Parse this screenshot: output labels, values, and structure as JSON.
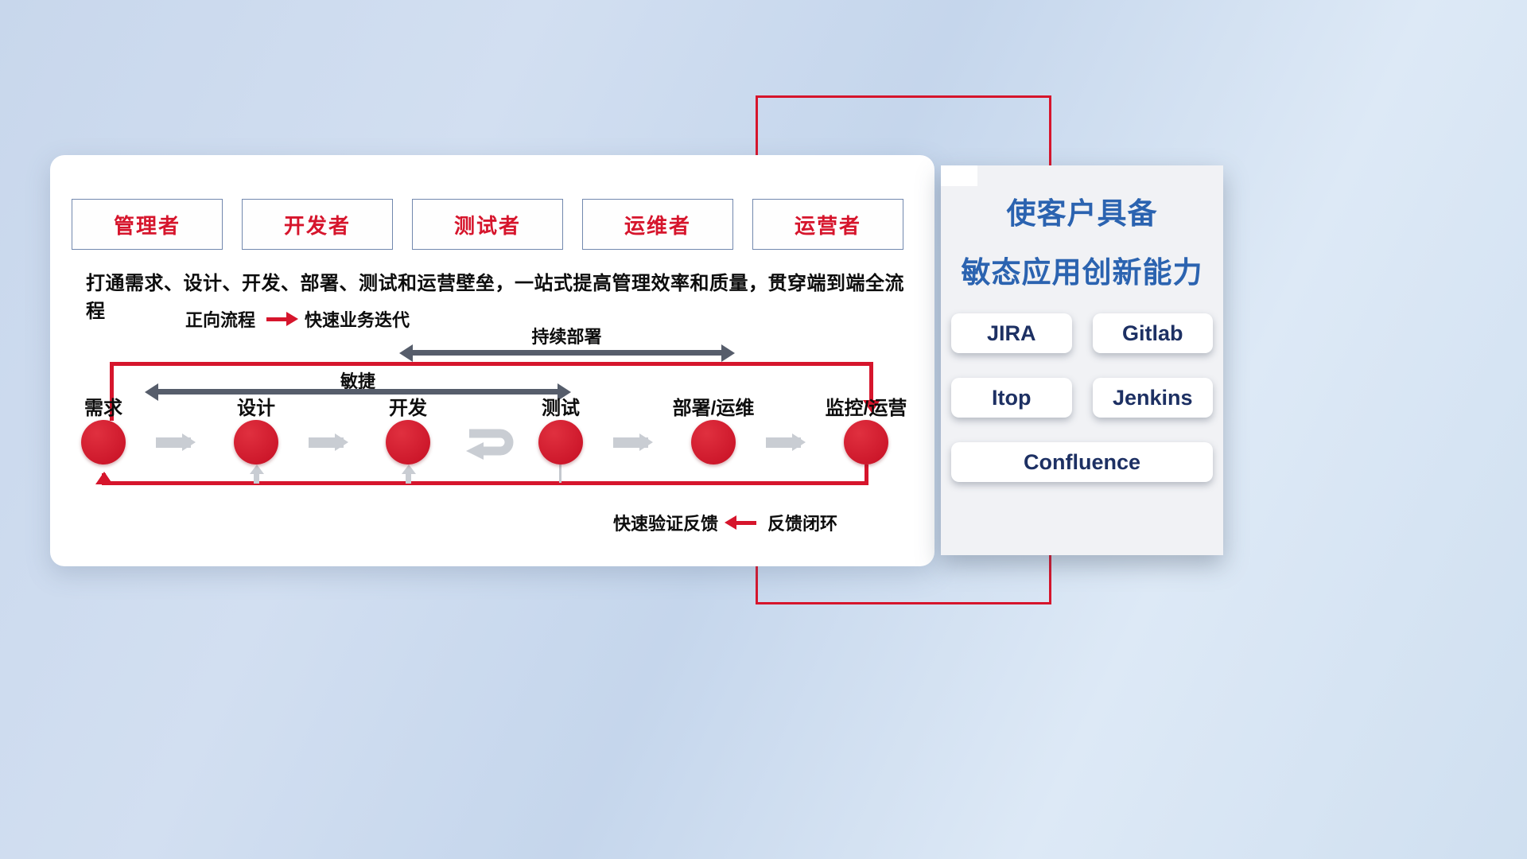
{
  "colors": {
    "accent_red": "#d6152c",
    "title_blue": "#2b63b0",
    "tool_text_navy": "#1d3063",
    "flow_gray": "#c9cdd3",
    "dark_arrow_gray": "#565d6b"
  },
  "card": {
    "roles": [
      "管理者",
      "开发者",
      "测试者",
      "运维者",
      "运营者"
    ],
    "description": "打通需求、设计、开发、部署、测试和运营壁垒，一站式提高管理效率和质量，贯穿端到端全流程",
    "forward_legend": {
      "label": "正向流程",
      "value": "快速业务迭代"
    },
    "continuous_deploy_label": "持续部署",
    "agile_label": "敏捷",
    "nodes": [
      "需求",
      "设计",
      "开发",
      "测试",
      "部署/运维",
      "监控/运营"
    ],
    "feedback_legend": {
      "label": "快速验证反馈",
      "value": "反馈闭环"
    }
  },
  "panel": {
    "title_line1": "使客户具备",
    "title_line2": "敏态应用创新能力",
    "tools": [
      "JIRA",
      "Gitlab",
      "Itop",
      "Jenkins",
      "Confluence"
    ]
  }
}
